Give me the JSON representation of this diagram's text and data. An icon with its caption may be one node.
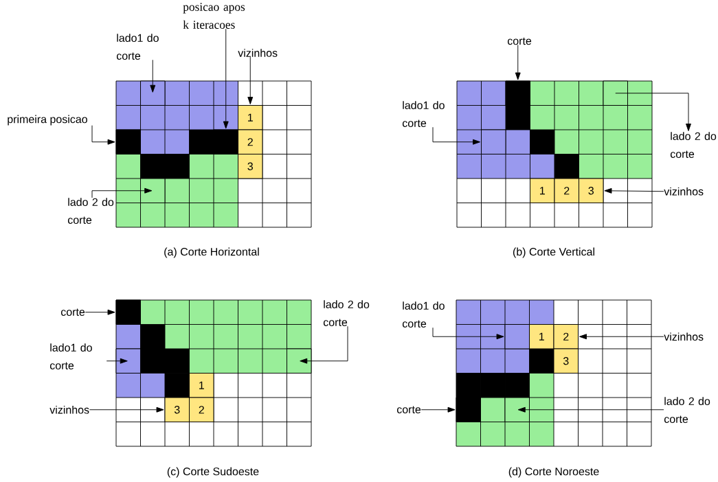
{
  "diagram": {
    "nodes": [
      {
        "text": [
          "posicao apos k iteracoes"
        ]
      },
      {
        "text": [
          "lado1 do corte"
        ]
      },
      {
        "text": [
          "vizinhos"
        ]
      },
      {
        "text": [
          "primeira posicao"
        ]
      },
      {
        "text": [
          "1"
        ]
      },
      {
        "text": [
          "2"
        ]
      },
      {
        "text": [
          "3"
        ]
      },
      {
        "text": [
          "lado 2 do corte"
        ]
      },
      {
        "text": [
          "corte"
        ]
      },
      {
        "text": [
          "lado1 do corte"
        ]
      },
      {
        "text": [
          "lado 2 do corte"
        ]
      },
      {
        "text": [
          "1"
        ]
      },
      {
        "text": [
          "2"
        ]
      },
      {
        "text": [
          "3"
        ]
      },
      {
        "text": [
          "vizinhos"
        ]
      },
      {
        "text": [
          "corte"
        ]
      },
      {
        "text": [
          "lado 2 do corte"
        ]
      },
      {
        "text": [
          "lado1 do corte"
        ]
      },
      {
        "text": [
          "1"
        ]
      },
      {
        "text": [
          "vizinhos"
        ]
      },
      {
        "text": [
          "3"
        ]
      },
      {
        "text": [
          "2"
        ]
      },
      {
        "text": [
          "lado1 do corte"
        ]
      },
      {
        "text": [
          "1"
        ]
      },
      {
        "text": [
          "2"
        ]
      },
      {
        "text": [
          "vizinhos"
        ]
      },
      {
        "text": [
          "3"
        ]
      },
      {
        "text": [
          "lado 2 do corte"
        ]
      },
      {
        "text": [
          "corte"
        ]
      },
      {
        "text": [],
        "shape": "box"
      },
      {
        "text": [],
        "shape": "box"
      },
      {
        "text": [],
        "shape": "box"
      },
      {
        "text": [],
        "shape": "box"
      },
      {
        "text": [],
        "shape": "box"
      },
      {
        "text": [],
        "shape": "box"
      },
      {
        "text": [],
        "shape": "box"
      },
      {
        "text": [],
        "shape": "box"
      },
      {
        "text": [],
        "shape": "box"
      },
      {
        "text": [],
        "shape": "box"
      },
      {
        "text": [],
        "shape": "box"
      },
      {
        "text": [],
        "shape": "box"
      },
      {
        "text": [],
        "shape": "box"
      }
    ],
    "edges": [
      {
        "from": 0,
        "to": 29,
        "arrow": "to"
      },
      {
        "from": 1,
        "to": 30,
        "arrow": "to"
      },
      {
        "from": 2,
        "to": 4,
        "arrow": "to"
      },
      {
        "from": 3,
        "to": 31,
        "arrow": "to"
      },
      {
        "from": 7,
        "to": 32,
        "arrow": "to"
      },
      {
        "from": 8,
        "to": 33,
        "arrow": "to"
      },
      {
        "from": 9,
        "to": 34,
        "arrow": "to"
      },
      {
        "from": 35,
        "to": 10,
        "arrow": "to"
      },
      {
        "from": 14,
        "to": 13,
        "arrow": "to"
      },
      {
        "from": 15,
        "to": 36,
        "arrow": "to"
      },
      {
        "from": 16,
        "to": 37,
        "arrow": "to"
      },
      {
        "from": 17,
        "to": 38,
        "arrow": "to"
      },
      {
        "from": 19,
        "to": 20,
        "arrow": "to"
      },
      {
        "from": 22,
        "to": 39,
        "arrow": "to"
      },
      {
        "from": 25,
        "to": 24,
        "arrow": "to"
      },
      {
        "from": 27,
        "to": 40,
        "arrow": "to"
      },
      {
        "from": 28,
        "to": 41,
        "arrow": "to"
      }
    ],
    "labels": [
      "(a) Corte Horizontal",
      "(b) Corte Vertical",
      "(c) Corte Sudoeste",
      "(d) Corte Noroeste"
    ]
  }
}
